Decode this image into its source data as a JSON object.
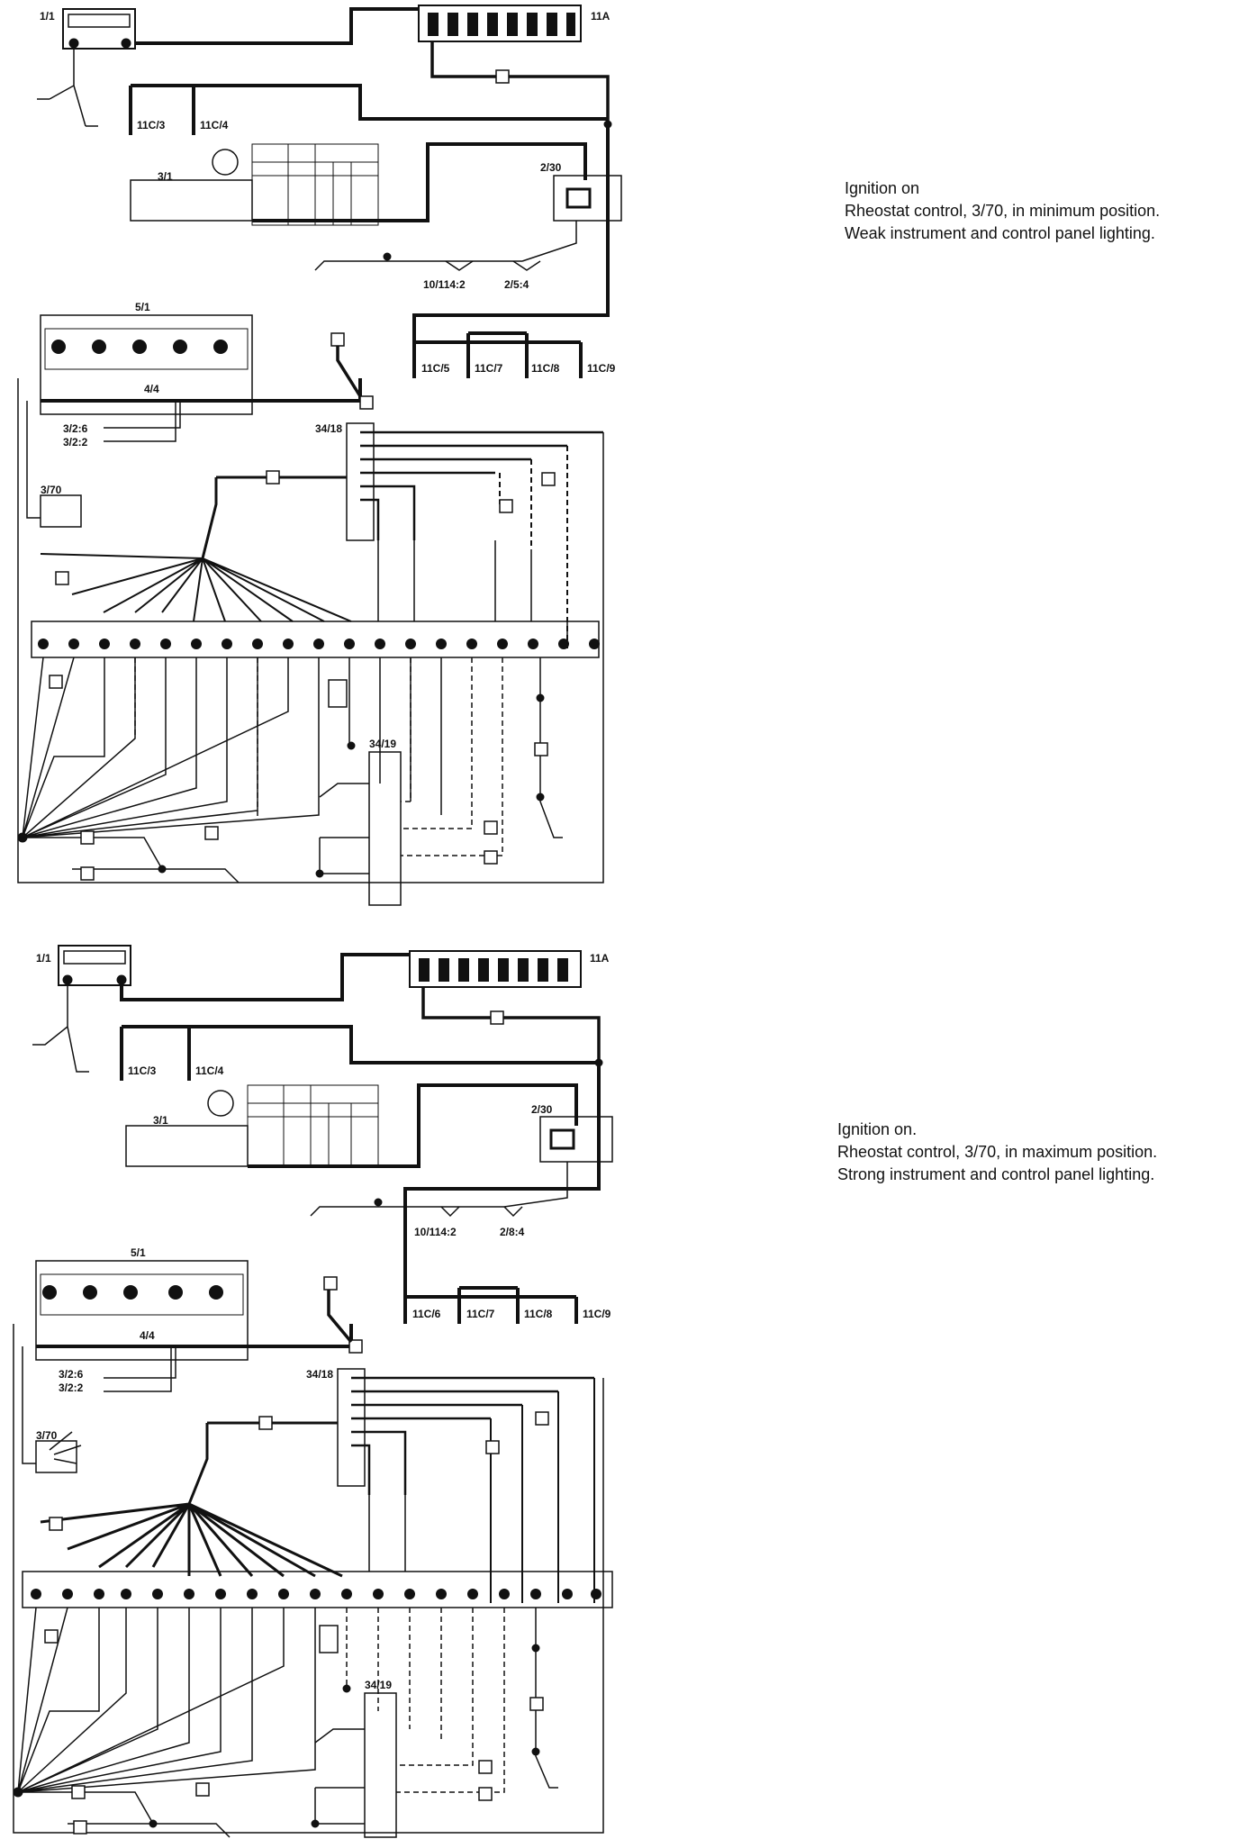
{
  "diagrams": [
    {
      "notes": [
        "Ignition on",
        "Rheostat control, 3/70, in minimum position.",
        "Weak instrument and control panel lighting."
      ],
      "labels": {
        "c1": "1/1",
        "c11a": "11A",
        "c11c3": "11C/3",
        "c11c4": "11C/4",
        "c31": "3/1",
        "c230": "2/30",
        "c10114": "10/114:2",
        "c254": "2/5:4",
        "c51": "5/1",
        "c44": "4/4",
        "c11c5": "11C/5",
        "c11c7": "11C/7",
        "c11c8": "11C/8",
        "c11c9": "11C/9",
        "c326": "3/2:6",
        "c322": "3/2:2",
        "c3418": "34/18",
        "c370": "3/70",
        "c3419": "34/19"
      }
    },
    {
      "notes": [
        "Ignition on.",
        "Rheostat control, 3/70, in maximum position.",
        "Strong instrument and control panel lighting."
      ],
      "labels": {
        "c1": "1/1",
        "c11a": "11A",
        "c11c3": "11C/3",
        "c11c4": "11C/4",
        "c31": "3/1",
        "c230": "2/30",
        "c10114": "10/114:2",
        "c254": "2/8:4",
        "c51": "5/1",
        "c44": "4/4",
        "c11c5": "11C/6",
        "c11c7": "11C/7",
        "c11c8": "11C/8",
        "c11c9": "11C/9",
        "c326": "3/2:6",
        "c322": "3/2:2",
        "c3418": "34/18",
        "c370": "3/70",
        "c3419": "34/19"
      }
    }
  ]
}
